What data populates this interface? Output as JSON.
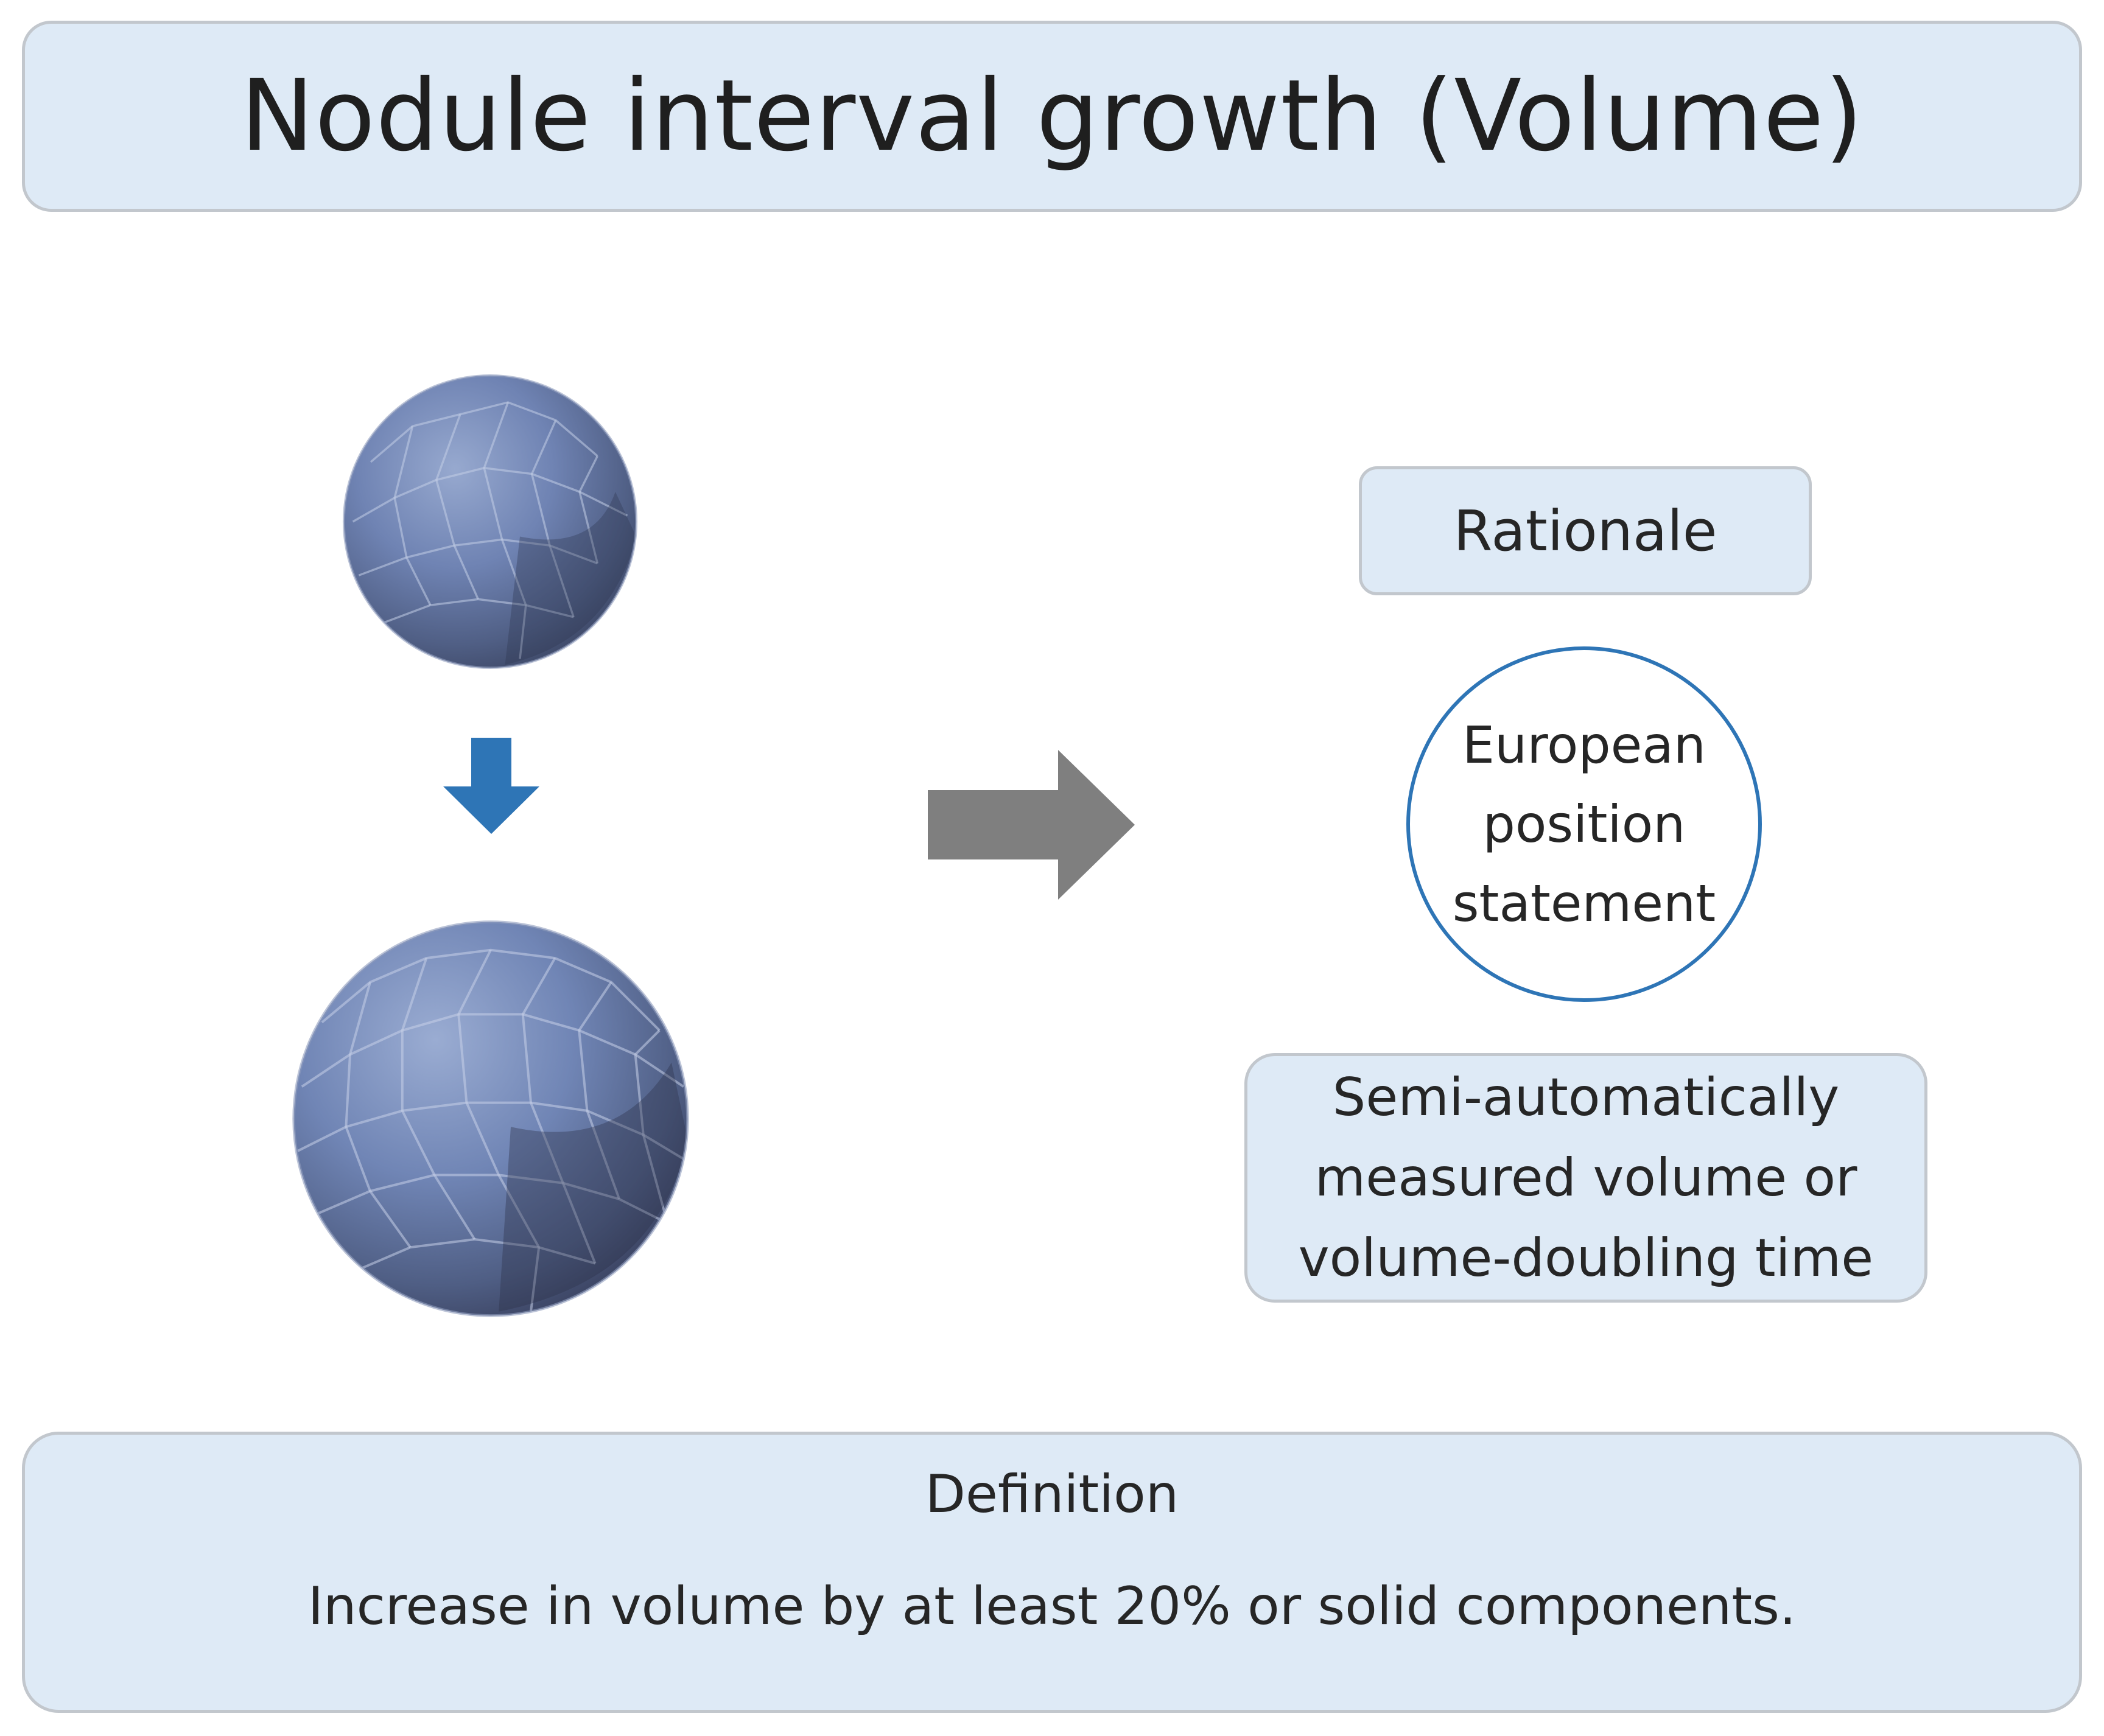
{
  "title": "Nodule interval growth (Volume)",
  "rationale": {
    "label": "Rationale"
  },
  "position_statement": {
    "lines": [
      "European",
      "position",
      "statement"
    ]
  },
  "measurement": {
    "lines": [
      "Semi-automatically",
      "measured volume or",
      "volume-doubling time"
    ]
  },
  "definition": {
    "heading": "Definition",
    "text": "Increase in volume by at least 20% or solid components."
  },
  "colors": {
    "panel_fill": "#deeaf6",
    "panel_border": "#c2c7cd",
    "circle_border": "#2e75b6",
    "down_arrow": "#2e75b6",
    "right_arrow": "#7f7f7f",
    "nodule": "#6478a8"
  },
  "icons": {
    "small_nodule": "faceted-sphere",
    "large_nodule": "faceted-sphere",
    "growth_arrow": "arrow-down",
    "result_arrow": "arrow-right"
  }
}
